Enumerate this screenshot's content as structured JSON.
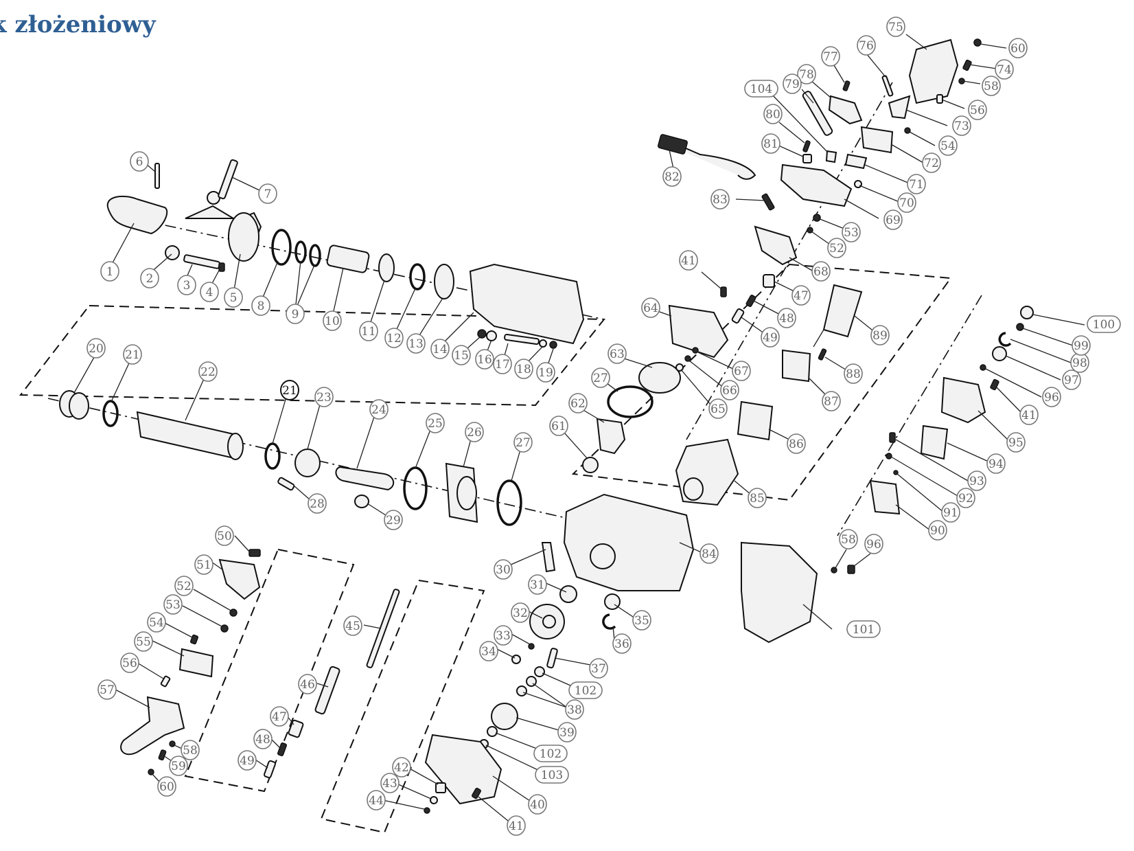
{
  "header": {
    "title": "k złożeniowy"
  },
  "diagram": {
    "parts": [
      {
        "id": "p1",
        "label": "1"
      },
      {
        "id": "p2",
        "label": "2"
      },
      {
        "id": "p3",
        "label": "3"
      },
      {
        "id": "p4",
        "label": "4"
      },
      {
        "id": "p5",
        "label": "5"
      },
      {
        "id": "p6",
        "label": "6"
      },
      {
        "id": "p7",
        "label": "7"
      },
      {
        "id": "p8",
        "label": "8"
      },
      {
        "id": "p9",
        "label": "9"
      },
      {
        "id": "p10",
        "label": "10"
      },
      {
        "id": "p11",
        "label": "11"
      },
      {
        "id": "p12",
        "label": "12"
      },
      {
        "id": "p13",
        "label": "13"
      },
      {
        "id": "p14",
        "label": "14"
      },
      {
        "id": "p15",
        "label": "15"
      },
      {
        "id": "p16",
        "label": "16"
      },
      {
        "id": "p17",
        "label": "17"
      },
      {
        "id": "p18",
        "label": "18"
      },
      {
        "id": "p19",
        "label": "19"
      },
      {
        "id": "p20",
        "label": "20"
      },
      {
        "id": "p21a",
        "label": "21"
      },
      {
        "id": "p21b",
        "label": "21"
      },
      {
        "id": "p22",
        "label": "22"
      },
      {
        "id": "p23",
        "label": "23"
      },
      {
        "id": "p24",
        "label": "24"
      },
      {
        "id": "p25",
        "label": "25"
      },
      {
        "id": "p26",
        "label": "26"
      },
      {
        "id": "p27a",
        "label": "27"
      },
      {
        "id": "p27b",
        "label": "27"
      },
      {
        "id": "p28",
        "label": "28"
      },
      {
        "id": "p29",
        "label": "29"
      },
      {
        "id": "p30",
        "label": "30"
      },
      {
        "id": "p31",
        "label": "31"
      },
      {
        "id": "p32",
        "label": "32"
      },
      {
        "id": "p33",
        "label": "33"
      },
      {
        "id": "p34",
        "label": "34"
      },
      {
        "id": "p35",
        "label": "35"
      },
      {
        "id": "p36",
        "label": "36"
      },
      {
        "id": "p37",
        "label": "37"
      },
      {
        "id": "p38",
        "label": "38"
      },
      {
        "id": "p39",
        "label": "39"
      },
      {
        "id": "p40",
        "label": "40"
      },
      {
        "id": "p41a",
        "label": "41"
      },
      {
        "id": "p41b",
        "label": "41"
      },
      {
        "id": "p41c",
        "label": "41"
      },
      {
        "id": "p42",
        "label": "42"
      },
      {
        "id": "p43",
        "label": "43"
      },
      {
        "id": "p44",
        "label": "44"
      },
      {
        "id": "p45",
        "label": "45"
      },
      {
        "id": "p46",
        "label": "46"
      },
      {
        "id": "p47a",
        "label": "47"
      },
      {
        "id": "p47b",
        "label": "47"
      },
      {
        "id": "p48a",
        "label": "48"
      },
      {
        "id": "p48b",
        "label": "48"
      },
      {
        "id": "p49a",
        "label": "49"
      },
      {
        "id": "p49b",
        "label": "49"
      },
      {
        "id": "p50",
        "label": "50"
      },
      {
        "id": "p51",
        "label": "51"
      },
      {
        "id": "p52a",
        "label": "52"
      },
      {
        "id": "p52b",
        "label": "52"
      },
      {
        "id": "p53a",
        "label": "53"
      },
      {
        "id": "p53b",
        "label": "53"
      },
      {
        "id": "p54a",
        "label": "54"
      },
      {
        "id": "p54b",
        "label": "54"
      },
      {
        "id": "p55",
        "label": "55"
      },
      {
        "id": "p56a",
        "label": "56"
      },
      {
        "id": "p56b",
        "label": "56"
      },
      {
        "id": "p57",
        "label": "57"
      },
      {
        "id": "p58a",
        "label": "58"
      },
      {
        "id": "p58b",
        "label": "58"
      },
      {
        "id": "p58c",
        "label": "58"
      },
      {
        "id": "p59",
        "label": "59"
      },
      {
        "id": "p60a",
        "label": "60"
      },
      {
        "id": "p60b",
        "label": "60"
      },
      {
        "id": "p61",
        "label": "61"
      },
      {
        "id": "p62",
        "label": "62"
      },
      {
        "id": "p63",
        "label": "63"
      },
      {
        "id": "p64",
        "label": "64"
      },
      {
        "id": "p65",
        "label": "65"
      },
      {
        "id": "p66",
        "label": "66"
      },
      {
        "id": "p67",
        "label": "67"
      },
      {
        "id": "p68",
        "label": "68"
      },
      {
        "id": "p69",
        "label": "69"
      },
      {
        "id": "p70",
        "label": "70"
      },
      {
        "id": "p71",
        "label": "71"
      },
      {
        "id": "p72",
        "label": "72"
      },
      {
        "id": "p73",
        "label": "73"
      },
      {
        "id": "p74",
        "label": "74"
      },
      {
        "id": "p75",
        "label": "75"
      },
      {
        "id": "p76",
        "label": "76"
      },
      {
        "id": "p77",
        "label": "77"
      },
      {
        "id": "p78",
        "label": "78"
      },
      {
        "id": "p79",
        "label": "79"
      },
      {
        "id": "p80",
        "label": "80"
      },
      {
        "id": "p81",
        "label": "81"
      },
      {
        "id": "p82",
        "label": "82"
      },
      {
        "id": "p83",
        "label": "83"
      },
      {
        "id": "p84",
        "label": "84"
      },
      {
        "id": "p85",
        "label": "85"
      },
      {
        "id": "p86",
        "label": "86"
      },
      {
        "id": "p87",
        "label": "87"
      },
      {
        "id": "p88",
        "label": "88"
      },
      {
        "id": "p89",
        "label": "89"
      },
      {
        "id": "p90",
        "label": "90"
      },
      {
        "id": "p91",
        "label": "91"
      },
      {
        "id": "p92",
        "label": "92"
      },
      {
        "id": "p93",
        "label": "93"
      },
      {
        "id": "p94",
        "label": "94"
      },
      {
        "id": "p95",
        "label": "95"
      },
      {
        "id": "p96a",
        "label": "96"
      },
      {
        "id": "p96b",
        "label": "96"
      },
      {
        "id": "p97",
        "label": "97"
      },
      {
        "id": "p98",
        "label": "98"
      },
      {
        "id": "p99",
        "label": "99"
      },
      {
        "id": "p100",
        "label": "100"
      },
      {
        "id": "p101",
        "label": "101"
      },
      {
        "id": "p102a",
        "label": "102"
      },
      {
        "id": "p102b",
        "label": "102"
      },
      {
        "id": "p103",
        "label": "103"
      },
      {
        "id": "p104",
        "label": "104"
      }
    ]
  }
}
